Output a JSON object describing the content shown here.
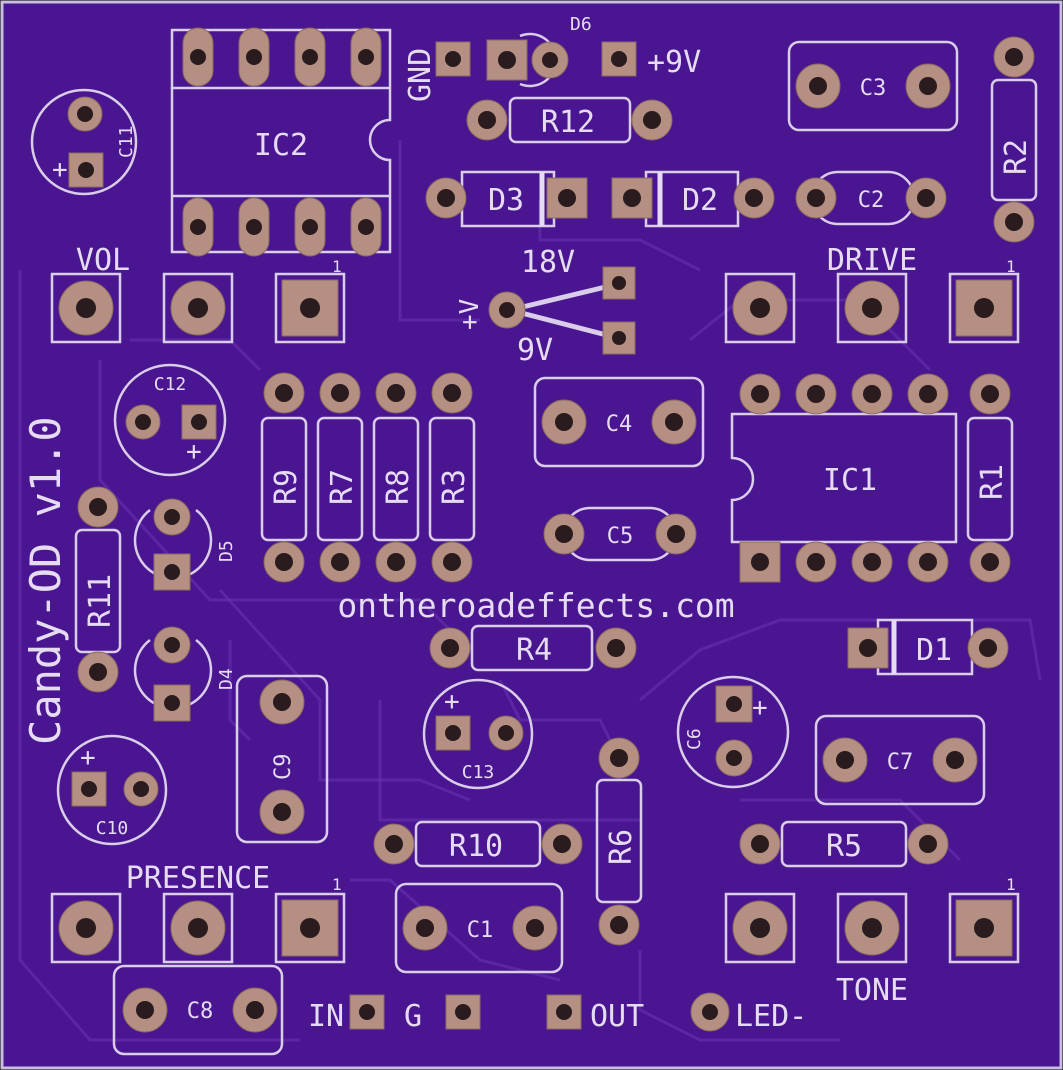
{
  "board": {
    "title": "Candy-OD v1.0",
    "website": "ontheroadeffects.com",
    "colors": {
      "substrate": "#4a1590",
      "silkscreen": "#e6dcf2",
      "pad": "#b58f82",
      "drill": "#2a1b1e"
    }
  },
  "labels": {
    "gnd": "GND",
    "plus9v": "+9V",
    "d6": "D6",
    "r12": "R12",
    "d3": "D3",
    "d2": "D2",
    "c3": "C3",
    "r2": "R2",
    "c2": "C2",
    "ic2": "IC2",
    "c11": "C11",
    "c11_plus": "+",
    "vol": "VOL",
    "vol_pin1": "1",
    "v18": "18V",
    "v9": "9V",
    "vplus": "+V",
    "drive": "DRIVE",
    "drive_pin1": "1",
    "c12": "C12",
    "c12_plus": "+",
    "r9": "R9",
    "r7": "R7",
    "r8": "R8",
    "r3": "R3",
    "c4": "C4",
    "c5": "C5",
    "ic1": "IC1",
    "r1": "R1",
    "r11": "R11",
    "d5": "D5",
    "d4": "D4",
    "r4": "R4",
    "d1": "D1",
    "c9": "C9",
    "c13": "C13",
    "c13_plus": "+",
    "c6": "C6",
    "c6_plus": "+",
    "c7": "C7",
    "c10": "C10",
    "c10_plus": "+",
    "r6": "R6",
    "r10": "R10",
    "r5": "R5",
    "presence": "PRESENCE",
    "presence_pin1": "1",
    "c1": "C1",
    "tone": "TONE",
    "tone_pin1": "1",
    "c8": "C8",
    "in": "IN",
    "g": "G",
    "out": "OUT",
    "led_minus": "LED-"
  }
}
